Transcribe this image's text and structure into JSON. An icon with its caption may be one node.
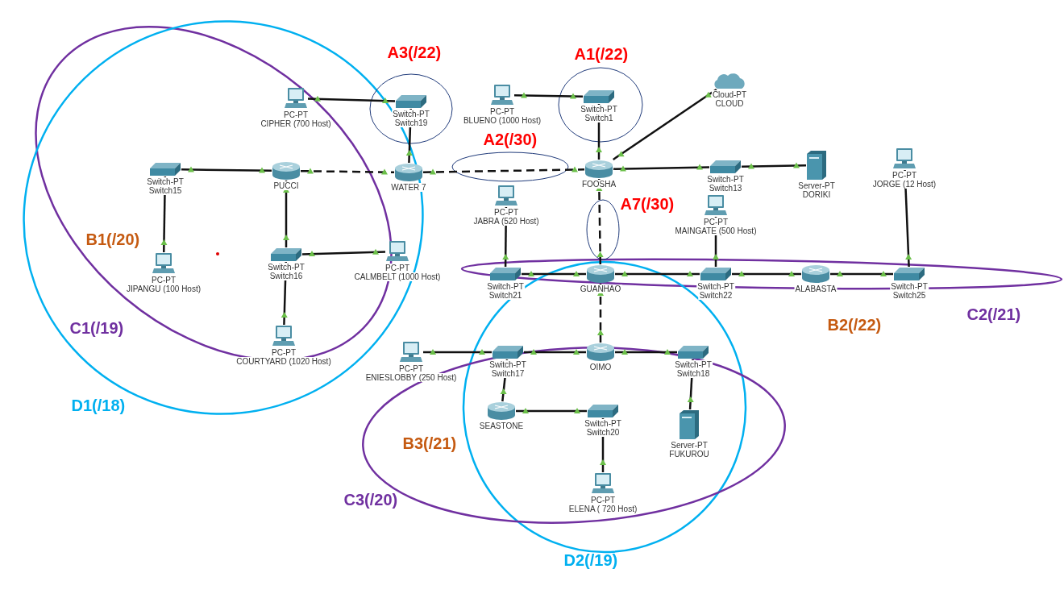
{
  "diagram": {
    "nodes": [
      {
        "text": [
          "PC-PT",
          "CIPHER (700 Host)"
        ]
      },
      {
        "text": [
          "Switch-PT",
          "Switch19"
        ]
      },
      {
        "text": [
          "PC-PT",
          "BLUENO (1000 Host)"
        ]
      },
      {
        "text": [
          "Switch-PT",
          "Switch1"
        ]
      },
      {
        "text": [
          "Cloud-PT",
          "CLOUD"
        ]
      },
      {
        "text": [
          "Switch-PT",
          "Switch15"
        ]
      },
      {
        "text": [
          "PUCCI"
        ]
      },
      {
        "text": [
          "WATER 7"
        ]
      },
      {
        "text": [
          "FOOSHA"
        ]
      },
      {
        "text": [
          "Switch-PT",
          "Switch13"
        ]
      },
      {
        "text": [
          "Server-PT",
          "DORIKI"
        ]
      },
      {
        "text": [
          "PC-PT",
          "JORGE (12 Host)"
        ]
      },
      {
        "text": [
          "PC-PT",
          "JABRA (520 Host)"
        ]
      },
      {
        "text": [
          "PC-PT",
          "MAINGATE (500 Host)"
        ]
      },
      {
        "text": [
          "PC-PT",
          "JIPANGU (100 Host)"
        ]
      },
      {
        "text": [
          "Switch-PT",
          "Switch16"
        ]
      },
      {
        "text": [
          "PC-PT",
          "CALMBELT (1000 Host)"
        ]
      },
      {
        "text": [
          "Switch-PT",
          "Switch21"
        ]
      },
      {
        "text": [
          "GUANHAO"
        ]
      },
      {
        "text": [
          "Switch-PT",
          "Switch22"
        ]
      },
      {
        "text": [
          "ALABASTA"
        ]
      },
      {
        "text": [
          "Switch-PT",
          "Switch25"
        ]
      },
      {
        "text": [
          "PC-PT",
          "COURTYARD (1020 Host)"
        ]
      },
      {
        "text": [
          "PC-PT",
          "ENIESLOBBY (250 Host)"
        ]
      },
      {
        "text": [
          "Switch-PT",
          "Switch17"
        ]
      },
      {
        "text": [
          "OIMO"
        ]
      },
      {
        "text": [
          "Switch-PT",
          "Switch18"
        ]
      },
      {
        "text": [
          "SEASTONE"
        ]
      },
      {
        "text": [
          "Switch-PT",
          "Switch20"
        ]
      },
      {
        "text": [
          "Server-PT",
          "FUKUROU"
        ]
      },
      {
        "text": [
          "PC-PT",
          "ELENA ( 720 Host)"
        ]
      }
    ],
    "edges": [
      {
        "from": 0,
        "to": 1,
        "arrow": "none"
      },
      {
        "from": 2,
        "to": 3,
        "arrow": "none"
      },
      {
        "from": 7,
        "to": 1,
        "arrow": "none"
      },
      {
        "from": 8,
        "to": 3,
        "arrow": "none"
      },
      {
        "from": 8,
        "to": 4,
        "arrow": "none"
      },
      {
        "from": 5,
        "to": 6,
        "arrow": "none"
      },
      {
        "from": 6,
        "to": 7,
        "arrow": "none",
        "style": "dashed"
      },
      {
        "from": 7,
        "to": 8,
        "arrow": "none",
        "style": "dashed"
      },
      {
        "from": 8,
        "to": 9,
        "arrow": "none"
      },
      {
        "from": 9,
        "to": 10,
        "arrow": "none"
      },
      {
        "from": 14,
        "to": 5,
        "arrow": "none"
      },
      {
        "from": 15,
        "to": 6,
        "arrow": "none"
      },
      {
        "from": 15,
        "to": 16,
        "arrow": "none"
      },
      {
        "from": 22,
        "to": 15,
        "arrow": "none"
      },
      {
        "from": 17,
        "to": 12,
        "arrow": "none"
      },
      {
        "from": 8,
        "to": 18,
        "arrow": "none",
        "style": "dashed"
      },
      {
        "from": 17,
        "to": 18,
        "arrow": "none"
      },
      {
        "from": 18,
        "to": 19,
        "arrow": "none"
      },
      {
        "from": 19,
        "to": 13,
        "arrow": "none"
      },
      {
        "from": 19,
        "to": 20,
        "arrow": "none"
      },
      {
        "from": 20,
        "to": 21,
        "arrow": "none"
      },
      {
        "from": 21,
        "to": 11,
        "arrow": "none"
      },
      {
        "from": 18,
        "to": 25,
        "arrow": "none",
        "style": "dashed"
      },
      {
        "from": 23,
        "to": 24,
        "arrow": "none"
      },
      {
        "from": 24,
        "to": 25,
        "arrow": "none"
      },
      {
        "from": 25,
        "to": 26,
        "arrow": "none"
      },
      {
        "from": 27,
        "to": 24,
        "arrow": "none"
      },
      {
        "from": 27,
        "to": 28,
        "arrow": "none"
      },
      {
        "from": 30,
        "to": 28,
        "arrow": "none"
      },
      {
        "from": 29,
        "to": 26,
        "arrow": "none"
      }
    ],
    "labels": [
      "A3(/22)",
      "A1(/22)",
      "A2(/30)",
      "A7(/30)",
      "B1(/20)",
      "C2(/21)",
      "C1(/19)",
      "B2(/22)",
      "D1(/18)",
      "B3(/21)",
      "C3(/20)",
      "D2(/19)"
    ]
  }
}
